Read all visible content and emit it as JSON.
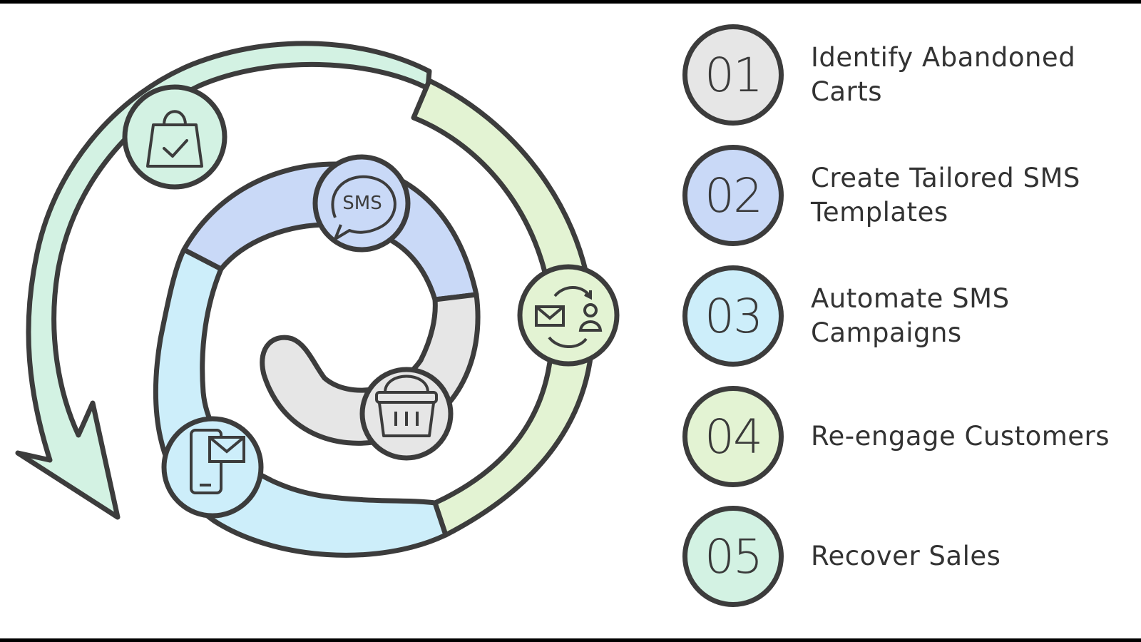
{
  "steps": [
    {
      "number": "01",
      "label": "Identify Abandoned Carts",
      "color": "#e6e6e6",
      "icon": "shopping-basket-icon"
    },
    {
      "number": "02",
      "label": "Create Tailored SMS Templates",
      "color": "#c9d9f7",
      "icon": "sms-bubble-icon"
    },
    {
      "number": "03",
      "label": "Automate SMS Campaigns",
      "color": "#cdeefa",
      "icon": "phone-mail-icon"
    },
    {
      "number": "04",
      "label": "Re-engage Customers",
      "color": "#e3f3d3",
      "icon": "mail-user-cycle-icon"
    },
    {
      "number": "05",
      "label": "Recover Sales",
      "color": "#d3f2e3",
      "icon": "shopping-bag-check-icon"
    }
  ],
  "spiral": {
    "sms_text": "SMS"
  }
}
